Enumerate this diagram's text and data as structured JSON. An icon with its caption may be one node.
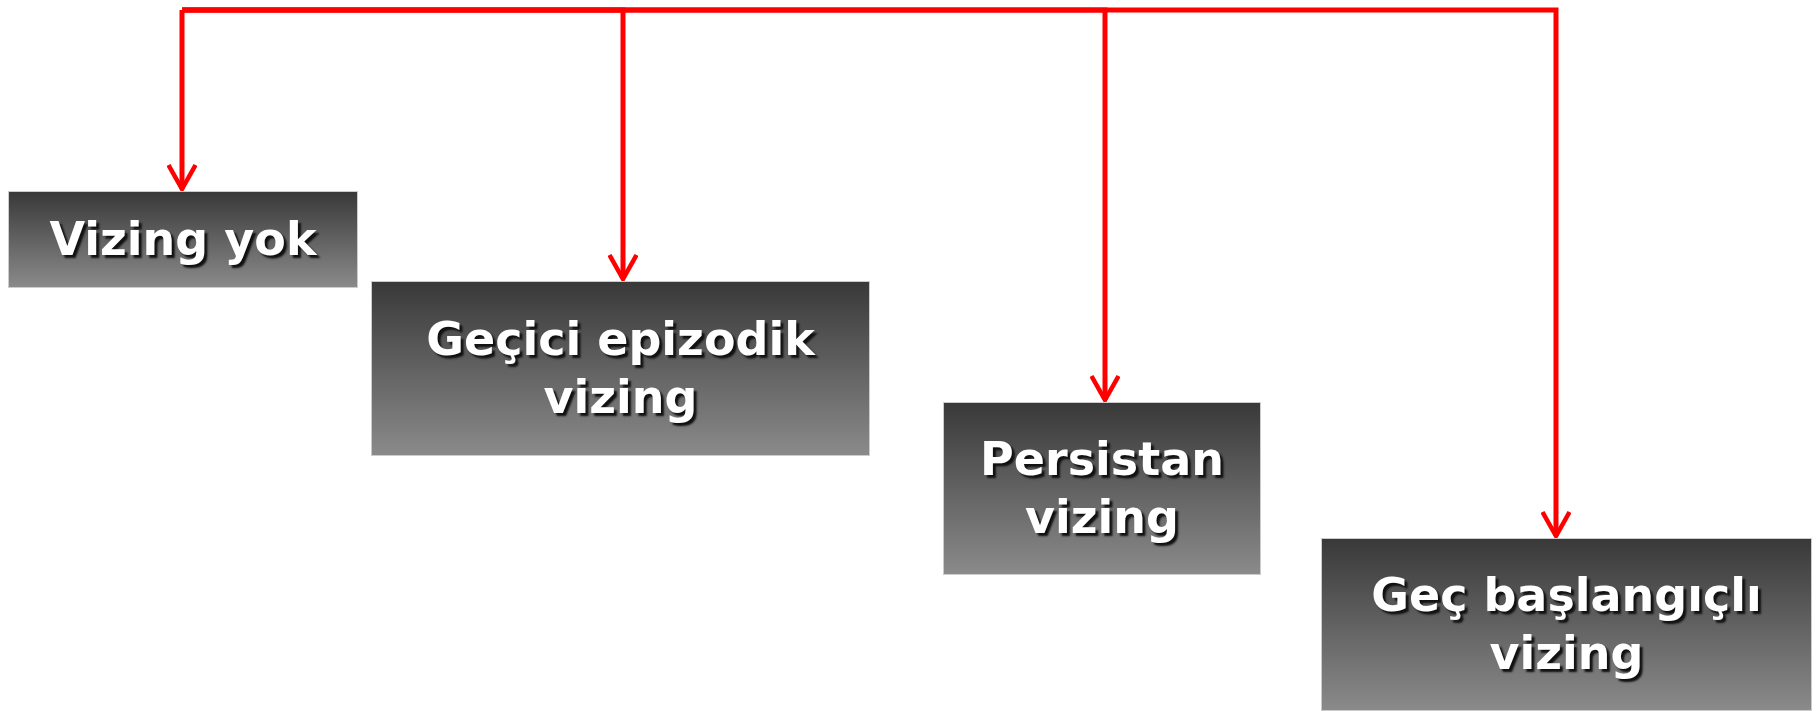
{
  "diagram": {
    "nodes": [
      {
        "text": [
          "Vizing yok"
        ]
      },
      {
        "text": [
          "Geçici epizodik vizing"
        ]
      },
      {
        "text": [
          "Persistan vizing"
        ]
      },
      {
        "text": [
          "Geç başlangıçlı vizing"
        ]
      }
    ],
    "edges": [
      {
        "from": null,
        "to": 0,
        "arrow": "to"
      },
      {
        "from": null,
        "to": 1,
        "arrow": "to"
      },
      {
        "from": null,
        "to": 2,
        "arrow": "to"
      },
      {
        "from": null,
        "to": 3,
        "arrow": "to"
      }
    ]
  }
}
